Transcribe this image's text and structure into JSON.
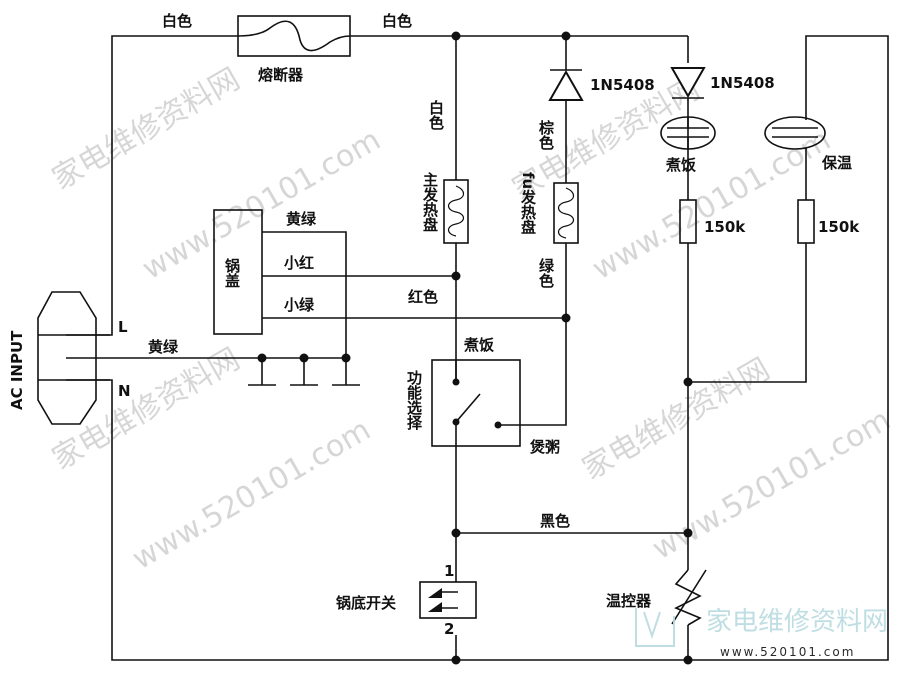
{
  "labels": {
    "white_left": "白色",
    "white_right": "白色",
    "fuse": "熔断器",
    "diode1": "1N5408",
    "diode2": "1N5408",
    "white_vertical": "白色",
    "brown": "棕色",
    "main_heater": "主发热盘",
    "fu_heater": "fu发热盘",
    "cook_lamp": "煮饭",
    "warm_lamp": "保温",
    "r1": "150k",
    "r2": "150k",
    "yellow_green_top": "黄绿",
    "lid": "锅盖",
    "small_red": "小红",
    "small_green": "小绿",
    "red": "红色",
    "green": "绿色",
    "ac_input": "AC INPUT",
    "L": "L",
    "N": "N",
    "yellow_green_left": "黄绿",
    "cook_switch": "煮饭",
    "function_select": "功能选择",
    "porridge": "煲粥",
    "black": "黑色",
    "pin1": "1",
    "pin2": "2",
    "bottom_switch": "锅底开关",
    "thermostat": "温控器"
  },
  "watermarks": {
    "cn": "家电维修资料网",
    "url": "www.520101.com",
    "logo_text": "家电维修资料网",
    "logo_url": "www.520101.com"
  }
}
